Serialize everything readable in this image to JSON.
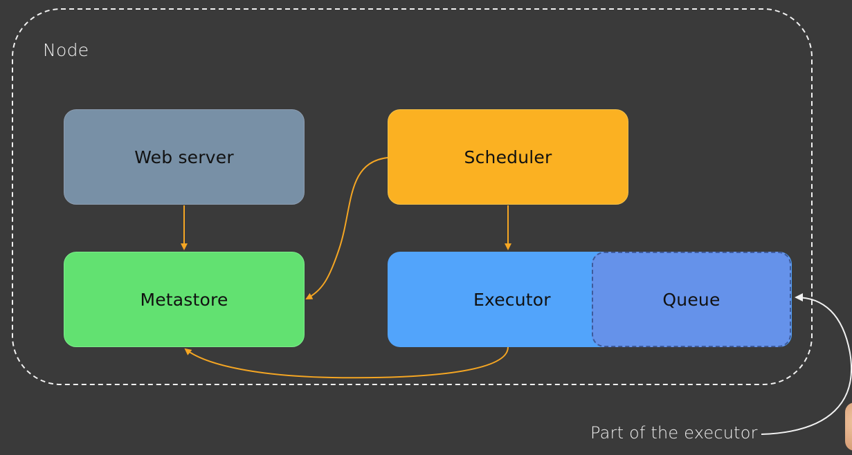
{
  "diagram": {
    "container": {
      "label": "Node",
      "border_color": "#f2f2f2"
    },
    "components": {
      "webserver": {
        "label": "Web server",
        "color": "#7890a6"
      },
      "scheduler": {
        "label": "Scheduler",
        "color": "#fbb122"
      },
      "metastore": {
        "label": "Metastore",
        "color": "#62e171"
      },
      "executor": {
        "label": "Executor",
        "color": "#52a4fb"
      },
      "queue": {
        "label": "Queue",
        "color": "#6592ea"
      }
    },
    "edges": [
      {
        "from": "Web server",
        "to": "Metastore"
      },
      {
        "from": "Scheduler",
        "to": "Metastore"
      },
      {
        "from": "Scheduler",
        "to": "Executor"
      },
      {
        "from": "Executor",
        "to": "Metastore"
      }
    ],
    "annotation": {
      "text": "Part of the executor",
      "points_to": "Queue"
    },
    "edge_color": "#f5a623",
    "annotation_arrow_color": "#f2f2f2"
  }
}
